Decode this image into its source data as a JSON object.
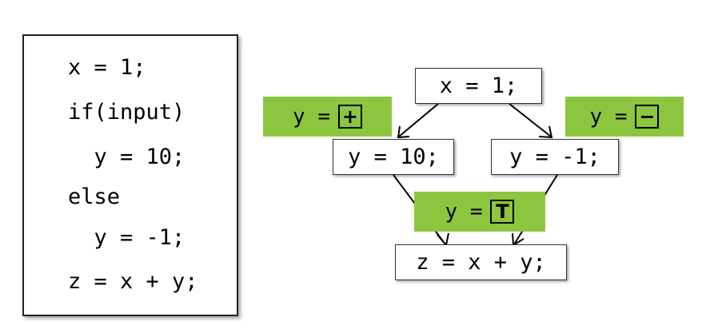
{
  "code": {
    "lines": [
      "x = 1;",
      "if(input)",
      "  y = 10;",
      "else",
      "  y = -1;",
      "z = x + y;"
    ]
  },
  "cfg": {
    "nodes": {
      "entry": "x = 1;",
      "then": "y = 10;",
      "else": "y = -1;",
      "join": "z = x + y;"
    }
  },
  "facts": {
    "then_fact": {
      "label": "y =",
      "symbol": "+"
    },
    "else_fact": {
      "label": "y =",
      "symbol": "−"
    },
    "join_fact": {
      "label": "y =",
      "symbol": "T"
    }
  },
  "colors": {
    "fact_fill": "#8cc63f"
  }
}
